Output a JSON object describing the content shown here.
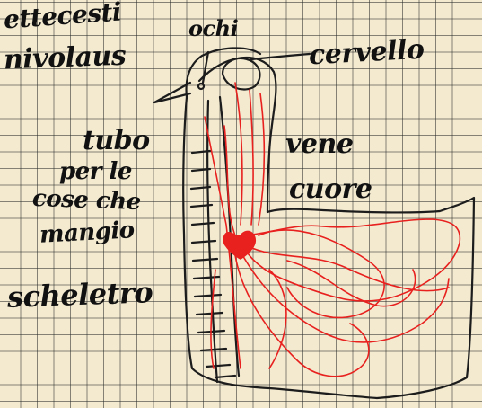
{
  "labels": {
    "top_left_1": "ettecesti",
    "top_left_2": "nivolaus",
    "eyes": "ochi",
    "brain": "cervello",
    "tube_1": "tubo",
    "tube_2": "per le",
    "tube_3": "cose che",
    "tube_4": "mangio",
    "veins": "vene",
    "heart": "cuore",
    "skeleton": "scheletro"
  },
  "colors": {
    "paper": "#f3ead0",
    "grid": "#2a2a2a",
    "pencil": "#1a1a1a",
    "veins": "#e8201e"
  }
}
